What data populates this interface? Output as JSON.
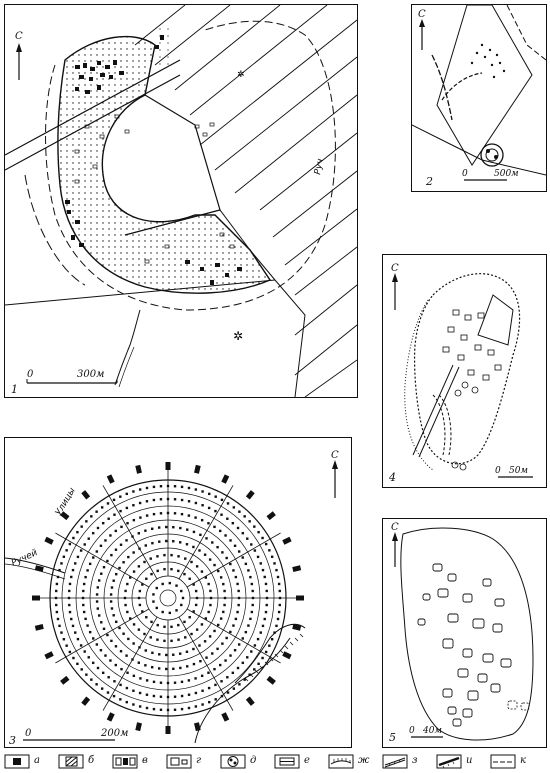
{
  "north_label": "С",
  "panels": [
    {
      "id": "1",
      "number": "1",
      "scale_zero": "0",
      "scale_label": "300м",
      "stream_label": "Руч"
    },
    {
      "id": "2",
      "number": "2",
      "scale_zero": "0",
      "scale_label": "500м"
    },
    {
      "id": "3",
      "number": "3",
      "scale_zero": "0",
      "scale_label": "200м",
      "street_label": "Улицы",
      "stream_label": "Ручей"
    },
    {
      "id": "4",
      "number": "4",
      "scale_zero": "0",
      "scale_label": "50м"
    },
    {
      "id": "5",
      "number": "5",
      "scale_zero": "0",
      "scale_label": "40м"
    }
  ],
  "legend": [
    {
      "letter": "а",
      "icon": "dwelling-solid-square-icon"
    },
    {
      "letter": "б",
      "icon": "hatched-square-icon"
    },
    {
      "letter": "в",
      "icon": "dwelling-group-icon"
    },
    {
      "letter": "г",
      "icon": "dwelling-with-annex-icon"
    },
    {
      "letter": "д",
      "icon": "round-structure-icon"
    },
    {
      "letter": "е",
      "icon": "open-rectangle-icon"
    },
    {
      "letter": "ж",
      "icon": "scarp-line-icon"
    },
    {
      "letter": "з",
      "icon": "ditch-line-icon"
    },
    {
      "letter": "и",
      "icon": "rampart-line-icon"
    },
    {
      "letter": "к",
      "icon": "dashed-boundary-icon"
    }
  ]
}
